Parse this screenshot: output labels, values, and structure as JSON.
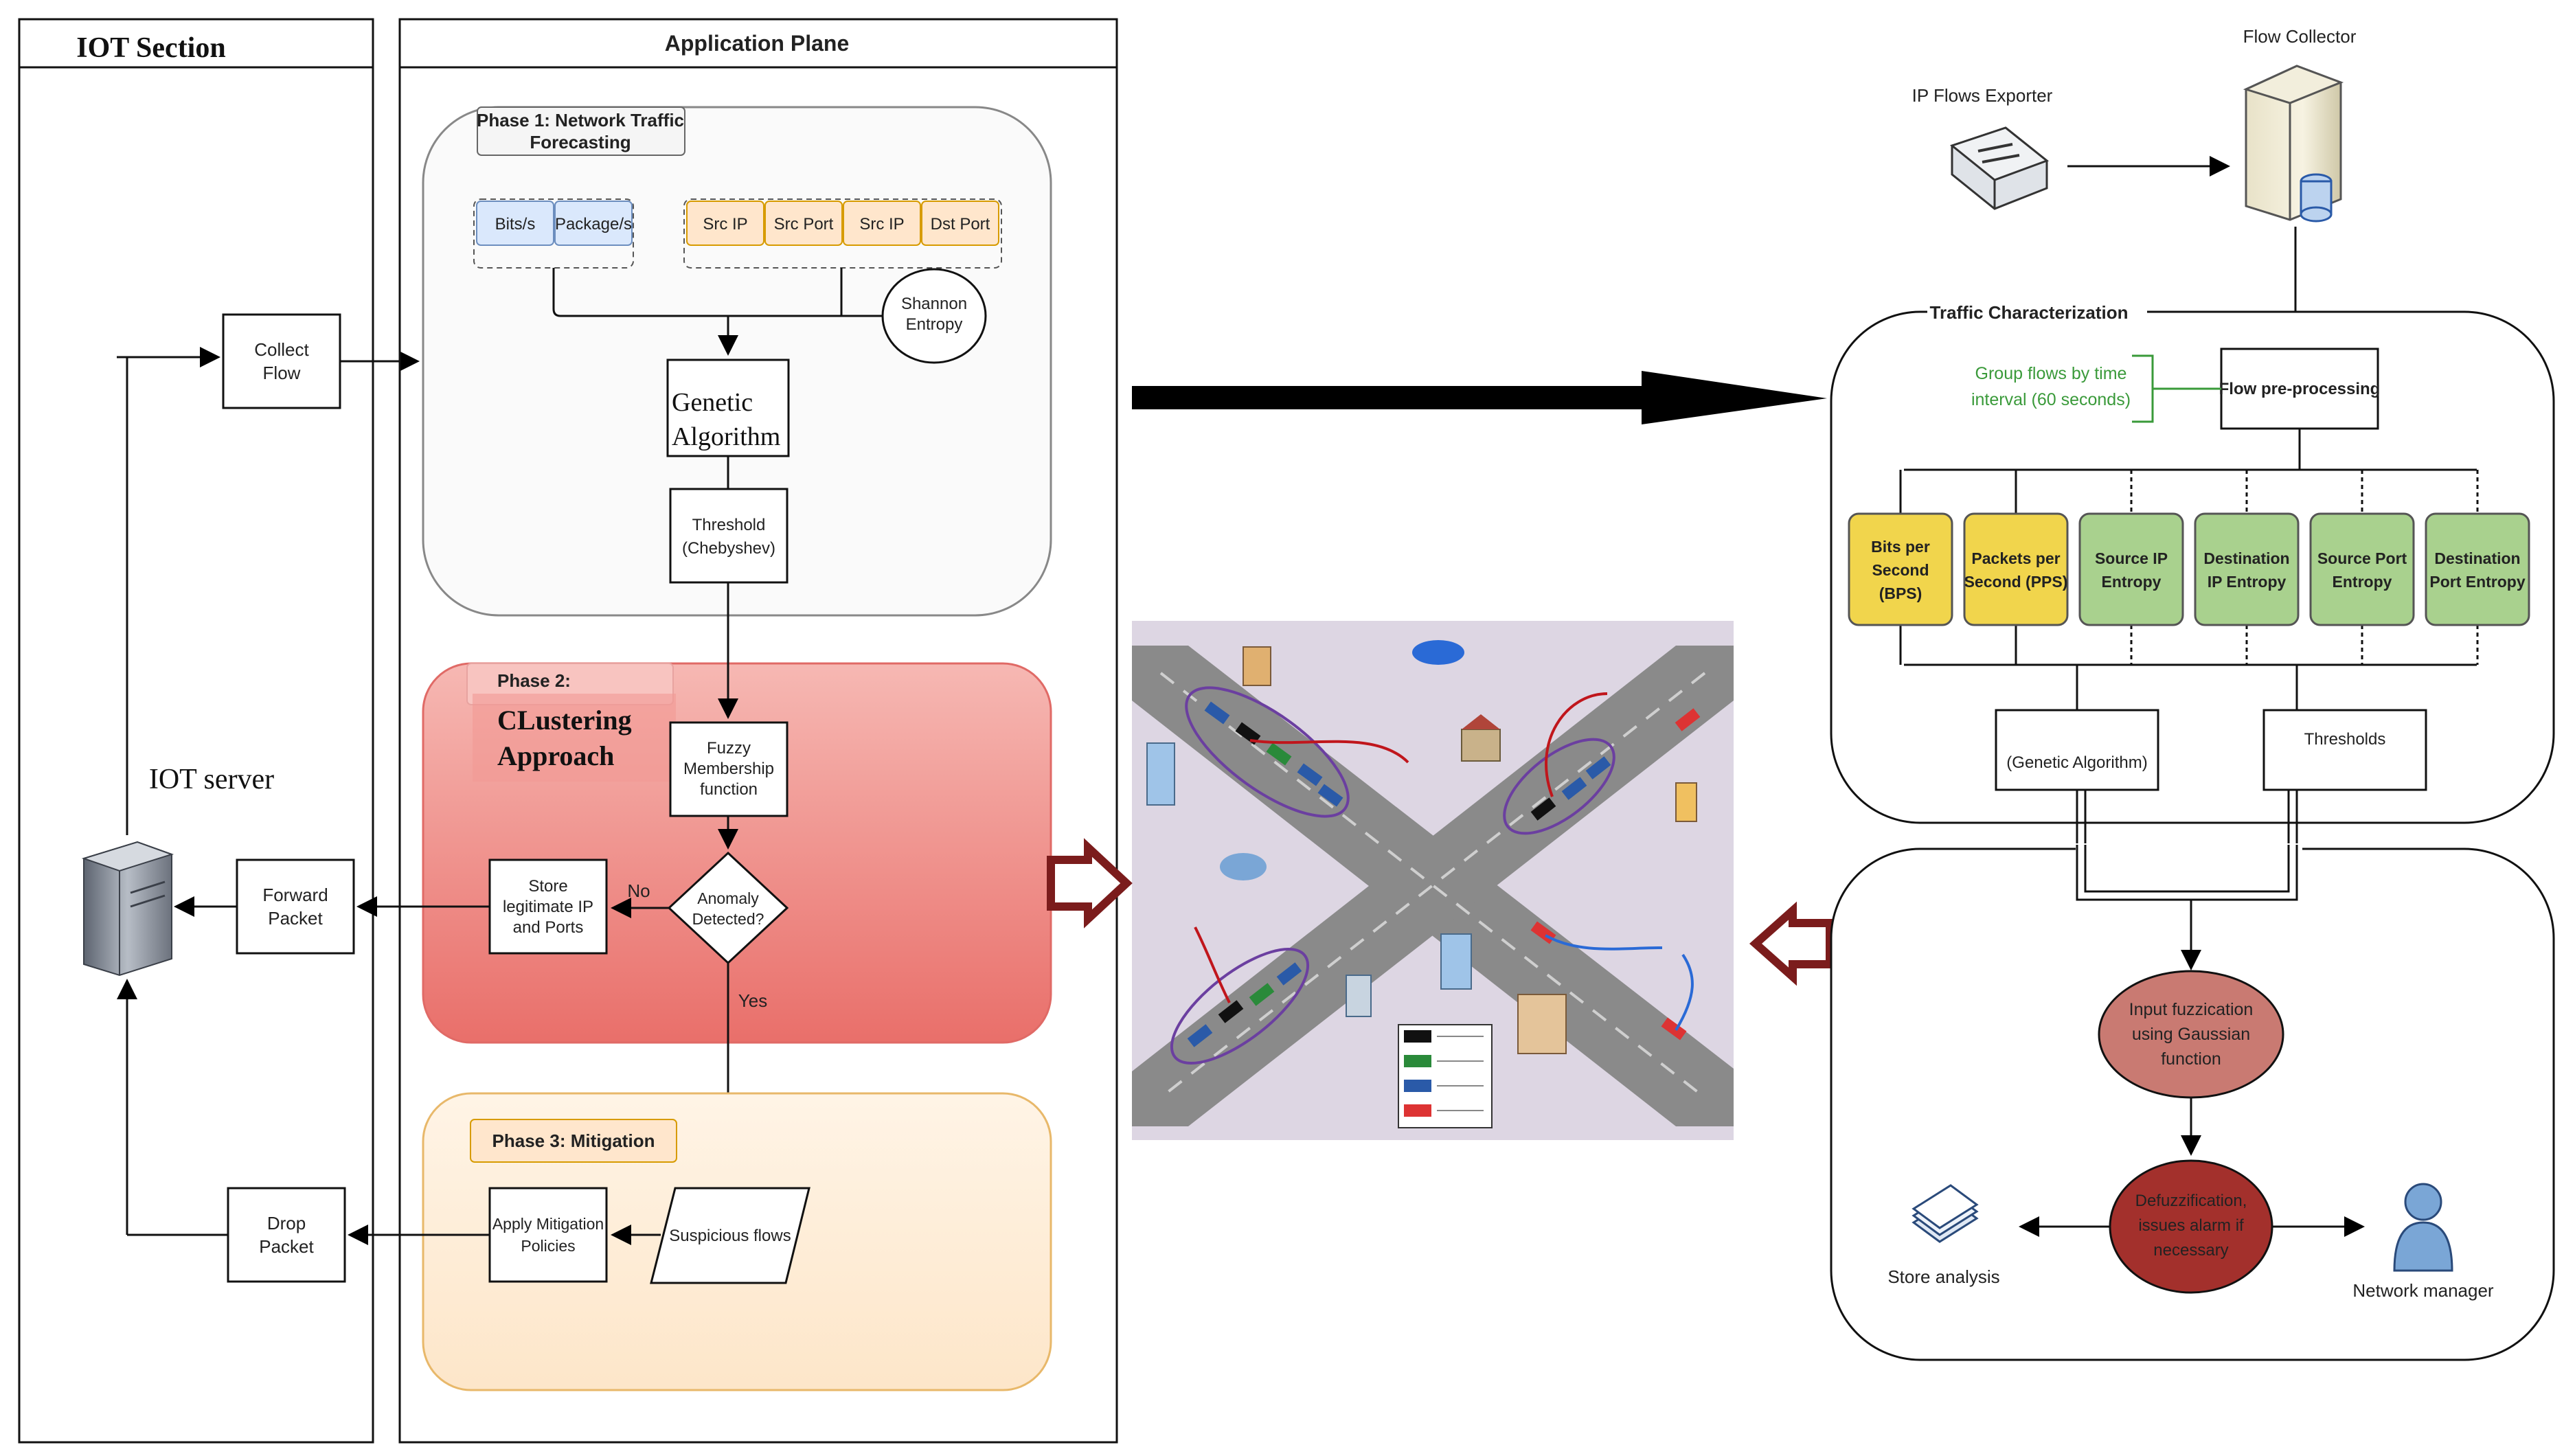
{
  "iot_section": {
    "title": "IOT Section",
    "collect_flow": [
      "Collect",
      "Flow"
    ],
    "forward_packet": [
      "Forward",
      "Packet"
    ],
    "drop_packet": [
      "Drop",
      "Packet"
    ],
    "server_label": "IOT server"
  },
  "application_plane": {
    "title": "Application Plane",
    "phase1": {
      "title_lines": [
        "Phase 1: Network Traffic",
        "Forecasting"
      ],
      "features_left": [
        "Bits/s",
        "Package/s"
      ],
      "features_right": [
        "Src IP",
        "Src Port",
        "Src IP",
        "Dst Port"
      ],
      "shannon": [
        "Shannon",
        "Entropy"
      ],
      "genetic": [
        "Genetic",
        "Algorithm"
      ],
      "threshold": [
        "Threshold",
        "(Chebyshev)"
      ]
    },
    "phase2": {
      "title": "Phase 2:",
      "subtitle_lines": [
        "CLustering",
        "Approach"
      ],
      "fuzzy": [
        "Fuzzy",
        "Membership",
        "function"
      ],
      "anomaly": [
        "Anomaly",
        "Detected?"
      ],
      "store": [
        "Store",
        "legitimate IP",
        "and Ports"
      ],
      "no_label": "No",
      "yes_label": "Yes"
    },
    "phase3": {
      "title": "Phase 3: Mitigation",
      "apply": [
        "Apply Mitigation",
        "Policies"
      ],
      "suspicious": "Suspicious flows"
    }
  },
  "right_panel": {
    "ip_flows_exporter": "IP Flows Exporter",
    "flow_collector": "Flow Collector",
    "traffic_characterization": "Traffic Characterization",
    "group_flows": [
      "Group flows by time",
      "interval (60 seconds)"
    ],
    "flow_preprocessing": "Flow pre-processing",
    "features": [
      {
        "lines": [
          "Bits per",
          "Second",
          "(BPS)"
        ],
        "color": "#f1d54c"
      },
      {
        "lines": [
          "Packets per",
          "Second (PPS)"
        ],
        "color": "#f1d54c"
      },
      {
        "lines": [
          "Source IP",
          "Entropy"
        ],
        "color": "#a9d18e"
      },
      {
        "lines": [
          "Destination",
          "IP Entropy"
        ],
        "color": "#a9d18e"
      },
      {
        "lines": [
          "Source Port",
          "Entropy"
        ],
        "color": "#a9d18e"
      },
      {
        "lines": [
          "Destination",
          "Port Entropy"
        ],
        "color": "#a9d18e"
      }
    ],
    "genetic_algorithm": "(Genetic Algorithm)",
    "thresholds": "Thresholds",
    "input_fuzzication": [
      "Input fuzzication",
      "using Gaussian",
      "function"
    ],
    "defuzzification": [
      "Defuzzification,",
      "issues alarm if",
      "necessary"
    ],
    "store_analysis": "Store analysis",
    "network_manager": "Network manager"
  },
  "illustration": {
    "legend": [
      "",
      "",
      "",
      ""
    ]
  },
  "colors": {
    "phase2_fill": "#ef8a85",
    "phase3_fill": "#fde9cf",
    "blue_feature": "#dae8fc",
    "orange_feature": "#ffe6cc",
    "arrow_dark_red": "#7b1c1c",
    "ellipse_fill": "#c97a72",
    "ellipse_dark": "#a3302c",
    "scene_bg": "#ddd6e3"
  }
}
